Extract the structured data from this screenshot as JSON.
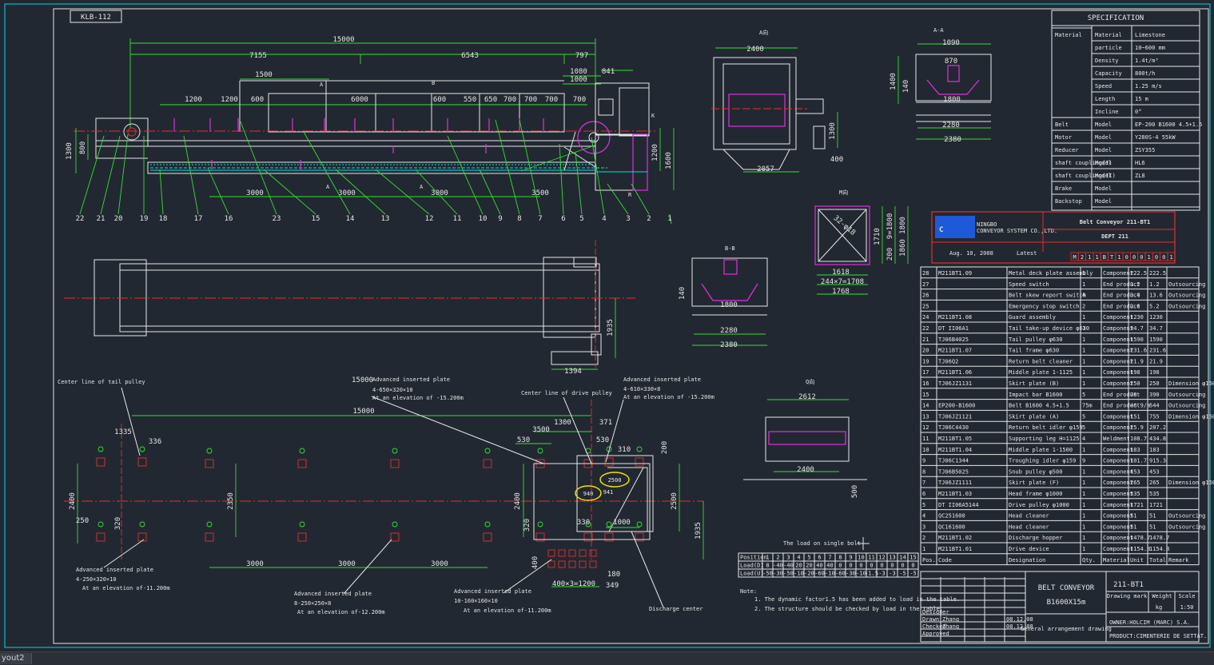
{
  "app": {
    "layout_tab": "yout2"
  },
  "frame": {
    "ref_label": "KLB-112"
  },
  "colors": {
    "bg": "#222831",
    "white": "#e6e6e6",
    "green": "#33e033",
    "red": "#e03030",
    "cyan": "#00e0e0",
    "magenta": "#e030e0",
    "yellow": "#f0e000",
    "blue": "#1e5ad8"
  },
  "elevation": {
    "dims_top": [
      "15000",
      "7155",
      "6543",
      "797",
      "1080",
      "1000",
      "841"
    ],
    "dims_mid": [
      "1200",
      "1200",
      "600",
      "1500",
      "6000",
      "600",
      "550",
      "650",
      "700",
      "700",
      "700",
      "700"
    ],
    "dims_bottom": [
      "3000",
      "3000",
      "3000",
      "3500"
    ],
    "dims_left": [
      "1300",
      "800"
    ],
    "dims_right": [
      "1200",
      "1600"
    ],
    "section_marks": [
      "A",
      "B",
      "A",
      "K",
      "R",
      "A"
    ],
    "balloons": [
      "22",
      "21",
      "20",
      "19",
      "18",
      "17",
      "16",
      "23",
      "15",
      "14",
      "13",
      "12",
      "11",
      "10",
      "9",
      "8",
      "7",
      "6",
      "5",
      "4",
      "3",
      "2",
      "1"
    ]
  },
  "view_a": {
    "label": "A向",
    "dims": [
      "2400",
      "1300",
      "400",
      "2057"
    ]
  },
  "view_aa": {
    "label": "A-A",
    "dims": [
      "1090",
      "870",
      "1400",
      "140",
      "1800",
      "2280",
      "2380"
    ]
  },
  "view_m": {
    "label": "M向",
    "dims": [
      "1800",
      "1860",
      "1710",
      "1618",
      "244×7=1708",
      "1768",
      "200",
      "9=1800",
      "32-φ18"
    ]
  },
  "view_bb": {
    "label": "B-B",
    "dims": [
      "140",
      "1800",
      "2280",
      "2380"
    ]
  },
  "view_q": {
    "label": "Q向",
    "dims": [
      "2612",
      "2400",
      "500"
    ]
  },
  "plan": {
    "dims": [
      "1935",
      "1394"
    ]
  },
  "foundation": {
    "dims_top": [
      "15000",
      "15000",
      "1300",
      "371",
      "3500",
      "530",
      "530",
      "310",
      "200",
      "1335",
      "336"
    ],
    "dims_mid": [
      "2400",
      "2350",
      "2400",
      "2500",
      "941",
      "1000",
      "330",
      "320",
      "250",
      "320",
      "1935"
    ],
    "dims_bottom": [
      "3000",
      "3000",
      "3000",
      "400×3=1200",
      "180",
      "349",
      "400"
    ],
    "hl1": "940",
    "hl2": "2500",
    "notes": [
      {
        "title": "Center line of tail pulley",
        "sub": ""
      },
      {
        "title": "Advanced inserted plate",
        "sub": "4-650×320×10"
      },
      {
        "title": "Center line of drive pulley",
        "sub": ""
      },
      {
        "title": "Advanced inserted plate",
        "sub": "4-610×330×8"
      },
      {
        "title": "Advanced inserted plate",
        "sub": "4-250×320×10"
      },
      {
        "title": "Advanced inserted plate",
        "sub": "8-250×250×8"
      },
      {
        "title": "Advanced inserted plate",
        "sub": "10-160×160×10"
      },
      {
        "title": "Discharge center",
        "sub": ""
      }
    ],
    "elev_notes": [
      "At an elevation of -15.200m",
      "At an elevation of -15.200m",
      "At an elevation of-11.200m",
      "At an elevation of-12.200m",
      "At an elevation of-11.200m"
    ]
  },
  "load_table": {
    "title": "The load on single bolt",
    "header": [
      "Position",
      "1",
      "2",
      "3",
      "4",
      "5",
      "6",
      "7",
      "8",
      "9",
      "10",
      "11",
      "12",
      "13",
      "14",
      "15"
    ],
    "rows": [
      [
        "Load(D)",
        "8",
        "-40",
        "-40",
        "20",
        "20",
        "40",
        "40",
        "0",
        "0",
        "0",
        "0",
        "0",
        "0",
        "0",
        "0"
      ],
      [
        "Load(U)",
        "-50",
        "-30",
        "-50",
        "-10",
        "-20",
        "-60",
        "-10",
        "-60",
        "-30",
        "-10",
        "-1.5",
        "-3",
        "-3",
        "-5",
        "-5"
      ]
    ],
    "notes": [
      "Note:",
      "1. The dynamic factor1.5 has been added to load in the table.",
      "2. The structure should be checked by load in the table."
    ]
  },
  "specification": {
    "title": "SPECIFICATION",
    "rows": [
      [
        "Material",
        "Material",
        "Limestone"
      ],
      [
        "",
        "particle",
        "10~600 mm"
      ],
      [
        "",
        "Density",
        "1.4t/m³"
      ],
      [
        "",
        "Capacity",
        "800t/h"
      ],
      [
        "",
        "Speed",
        "1.25 m/s"
      ],
      [
        "",
        "Length",
        "15 m"
      ],
      [
        "",
        "Incline",
        "0°"
      ],
      [
        "Belt",
        "Model",
        "EP-200 B1600  4.5+1.5"
      ],
      [
        "Motor",
        "Model",
        "Y280S-4  55kW"
      ],
      [
        "Reducer",
        "Model",
        "ZSY355"
      ],
      [
        "shaft coupling(I)",
        "Model",
        "HL6"
      ],
      [
        "shaft coupling(II)",
        "Model",
        "ZL8"
      ],
      [
        "Brake",
        "Model",
        ""
      ],
      [
        "Backstop",
        "Model",
        ""
      ]
    ]
  },
  "title_block": {
    "company": "CONVEYOR SYSTEM CO.,LTD.",
    "project_title": "Belt Conveyor 211-BT1",
    "dept": "DEPT 211",
    "date": "Aug. 10, 2008",
    "status": "Latest",
    "code_chars": [
      "M",
      "2",
      "1",
      "1",
      "B",
      "T",
      "1",
      "0",
      "0",
      "0",
      "1",
      "0",
      "0",
      "1"
    ],
    "conveyor": "BELT CONVEYOR",
    "size": "B1600X15m",
    "drawing": "General arrangement drawing",
    "drawing_no": "211-BT1",
    "scale": "1:50",
    "unit": "kg",
    "client": "OWNER:HOLCIM (MARC) S.A.",
    "product": "PRODUCT:CIMENTERIE DE SETTAT.",
    "drawn_by": "Zhang",
    "date_drawn": "08.12.08",
    "date_checked": "08.12.08",
    "roles": [
      "Designer",
      "Drawn",
      "Checked",
      "Approved"
    ],
    "hdrs": [
      "Drawing mark",
      "Weight",
      "Scale"
    ]
  },
  "bom": {
    "header": [
      "Pos.",
      "Code",
      "Designation",
      "Qty.",
      "Material",
      "Unit",
      "Total",
      "Remark"
    ],
    "rows": [
      [
        "28",
        "M211BT1.09",
        "Metal deck plate assembly",
        "1",
        "Component",
        "222.5",
        "222.5",
        ""
      ],
      [
        "27",
        "",
        "Speed switch",
        "1",
        "End product",
        "1.2",
        "1.2",
        "Outsourcing"
      ],
      [
        "26",
        "",
        "Belt skew report switch",
        "4",
        "End product",
        "3.4",
        "13.6",
        "Outsourcing"
      ],
      [
        "25",
        "",
        "Emergency stop switch",
        "2",
        "End product",
        "2.6",
        "5.2",
        "Outsourcing"
      ],
      [
        "24",
        "M211BT1.08",
        "Guard assembly",
        "1",
        "Component",
        "1230",
        "1230",
        ""
      ],
      [
        "22",
        "DT II06A1",
        "Tail take-up device φ630",
        "1",
        "Component",
        "34.7",
        "34.7",
        ""
      ],
      [
        "21",
        "TJ06B4025",
        "Tail pulley φ630",
        "1",
        "Component",
        "1590",
        "1590",
        ""
      ],
      [
        "20",
        "M211BT1.07",
        "Tail frame φ630",
        "1",
        "Component",
        "231.6",
        "231.6",
        ""
      ],
      [
        "19",
        "TJ06Q2",
        "Return belt cleaner",
        "1",
        "Component",
        "21.9",
        "21.9",
        ""
      ],
      [
        "17",
        "M211BT1.06",
        "Middle plate 1-1125",
        "1",
        "Component",
        "198",
        "198",
        ""
      ],
      [
        "16",
        "TJ06JZ1131",
        "Skirt plate (B)",
        "1",
        "Component",
        "250",
        "250",
        "Dimension φ150"
      ],
      [
        "15",
        "",
        "Impact bar B1600",
        "5",
        "End product",
        "78",
        "390",
        "Outsourcing"
      ],
      [
        "14",
        "EP200-B1600",
        "Belt B1600 4.5+1.5",
        "75m",
        "End product",
        "46.9/m",
        "544",
        "Outsourcing"
      ],
      [
        "13",
        "TJ06JZ1121",
        "Skirt plate (A)",
        "5",
        "Component",
        "151",
        "755",
        "Dimension φ150"
      ],
      [
        "12",
        "TJ06C4430",
        "Return belt idler φ159",
        "5",
        "Component",
        "25.9",
        "207.2",
        ""
      ],
      [
        "11",
        "M211BT1.05",
        "Supporting leg H=1125",
        "4",
        "Weldment",
        "108.7",
        "434.8",
        ""
      ],
      [
        "10",
        "M211BT1.04",
        "Middle plate 1-1500",
        "1",
        "Component",
        "183",
        "183",
        ""
      ],
      [
        "9",
        "TJ06C1344",
        "Troughing idler φ159",
        "9",
        "Component",
        "101.7",
        "915.3",
        ""
      ],
      [
        "8",
        "TJ06B5025",
        "Snub pulley φ500",
        "1",
        "Component",
        "453",
        "453",
        ""
      ],
      [
        "7",
        "TJ06JZ1111",
        "Skirt plate (F)",
        "1",
        "Component",
        "265",
        "265",
        "Dimension φ150"
      ],
      [
        "6",
        "M211BT1.03",
        "Head frame φ1000",
        "1",
        "Component",
        "535",
        "535",
        ""
      ],
      [
        "5",
        "DT II06A5144",
        "Drive pulley φ1000",
        "1",
        "Component",
        "1721",
        "1721",
        ""
      ],
      [
        "4",
        "QC251600",
        "Head cleaner",
        "1",
        "Component",
        "51",
        "51",
        "Outsourcing"
      ],
      [
        "3",
        "QC161600",
        "Head cleaner",
        "1",
        "Component",
        "51",
        "51",
        "Outsourcing"
      ],
      [
        "2",
        "M211BT1.02",
        "Discharge hopper",
        "1",
        "Component",
        "1478.7",
        "1478.7",
        ""
      ],
      [
        "1",
        "M211BT1.01",
        "Drive device",
        "1",
        "Component",
        "1154.8",
        "1154.8",
        ""
      ]
    ]
  }
}
